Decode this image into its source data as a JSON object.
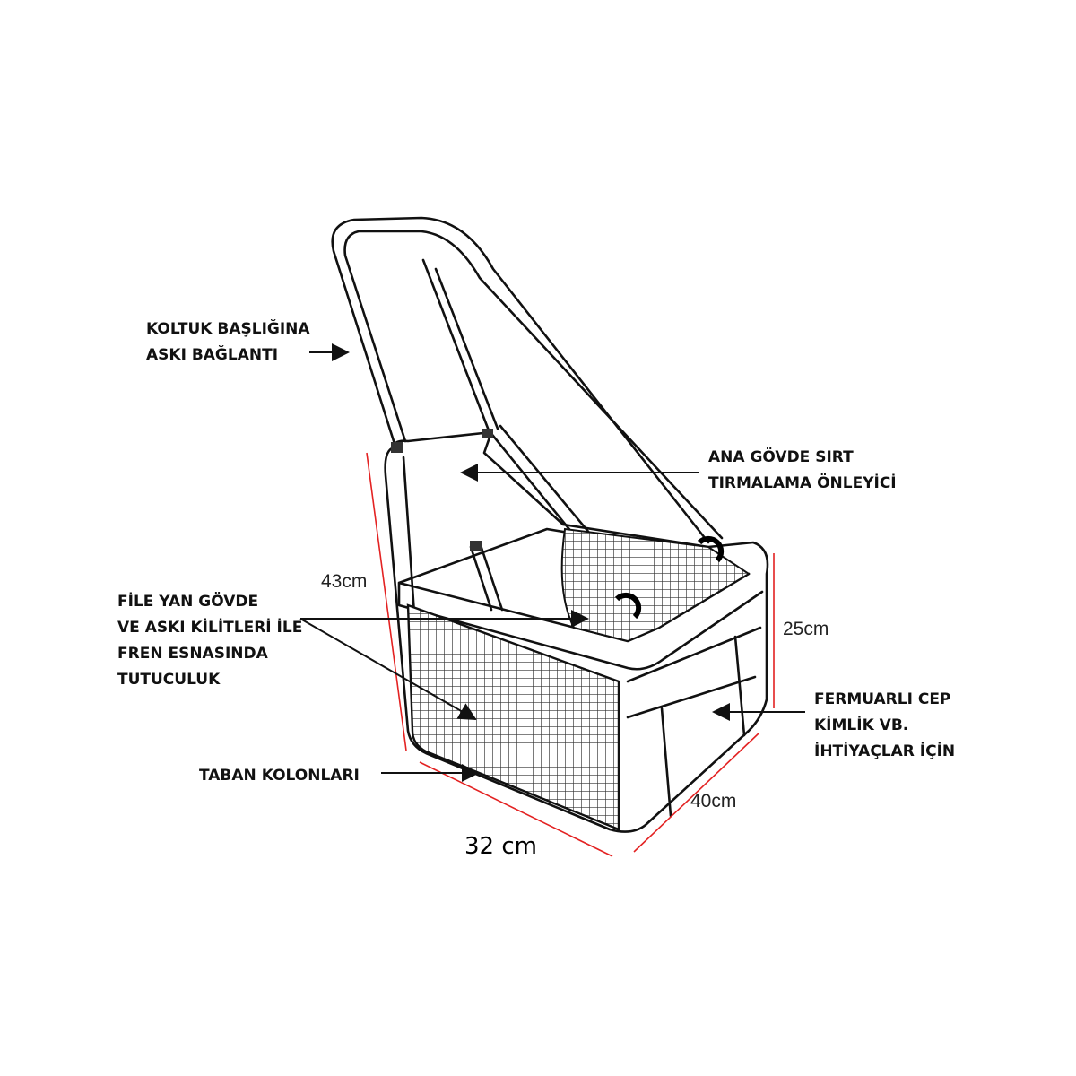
{
  "labels": {
    "headrest": [
      "KOLTUK BAŞLIĞINA",
      "ASKI BAĞLANTI"
    ],
    "back": [
      "ANA GÖVDE SIRT",
      "TIRMALAMA ÖNLEYİCİ"
    ],
    "mesh": [
      "FİLE YAN GÖVDE",
      "VE ASKI KİLİTLERİ İLE",
      "FREN ESNASINDA",
      "TUTUCULUK"
    ],
    "base": [
      "TABAN KOLONLARI"
    ],
    "pocket": [
      "FERMUARLI CEP",
      "KİMLİK VB.",
      "İHTİYAÇLAR İÇİN"
    ]
  },
  "dimensions": {
    "height_total": "43cm",
    "height_box": "25cm",
    "depth": "40cm",
    "width": "32 cm"
  },
  "colors": {
    "dimension_line": "#e32222",
    "outline": "#111111"
  }
}
